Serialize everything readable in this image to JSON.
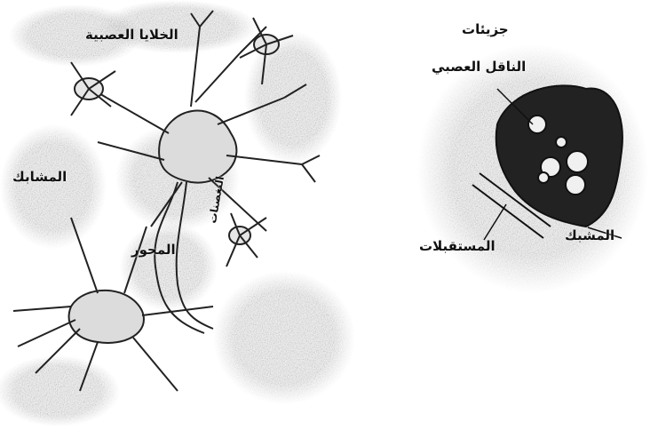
{
  "labels": {
    "neurons": "الخلايا العصبية",
    "synapses": "المشابك",
    "axon": "المحور",
    "dendrites": "التغصنات",
    "molecules_line1": "جزيئات",
    "molecules_line2": "الناقل العصبي",
    "receptors": "المستقبلات",
    "synaptic_gap": "المشبك"
  }
}
